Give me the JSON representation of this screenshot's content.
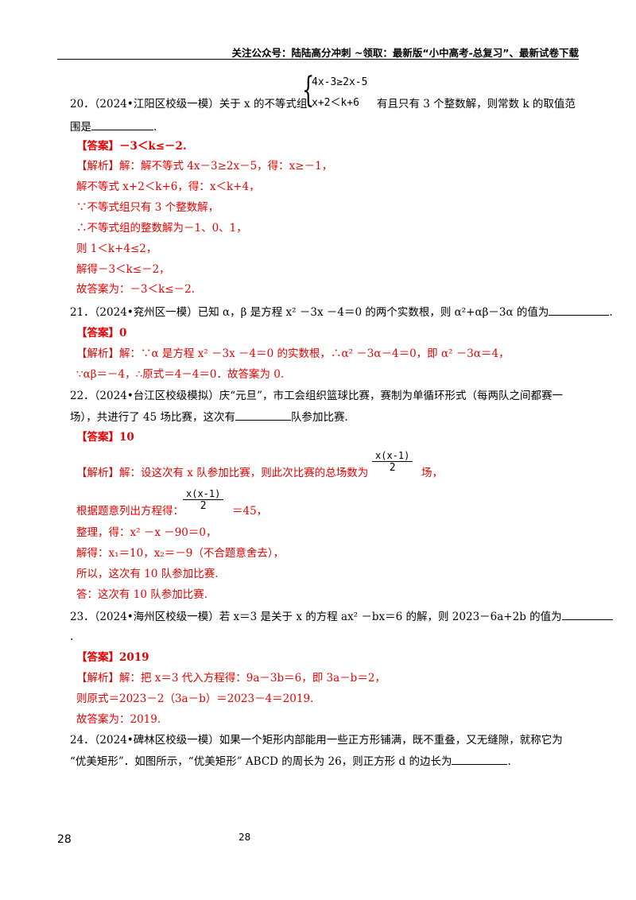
{
  "header": {
    "text": "关注公众号：陆陆高分冲刺 ~领取：最新版“小中高考-总复习”、最新试卷下载"
  },
  "q20": {
    "lead": "20．（2024•江阳区校级一模）关于 x 的不等式组",
    "sys1": "4x-3≥2x-5",
    "sys2": "x+2＜k+6",
    "tail": "有且只有 3 个整数解，则常数 k 的取值范",
    "line2": "围是",
    "period": ".",
    "answer": "【答案】－3＜k≤－2.",
    "s1": "【解析】解：解不等式 4x－3≥2x－5，得：x≥－1，",
    "s2": "解不等式 x+2＜k+6，得：x＜k+4，",
    "s3": "∵不等式组只有 3 个整数解，",
    "s4": "∴不等式组的整数解为－1、0、1，",
    "s5": "则 1＜k+4≤2，",
    "s6": "解得－3＜k≤－2，",
    "s7": "故答案为：－3＜k≤－2."
  },
  "q21": {
    "text": "21．（2024•兖州区一模）已知 α，β 是方程 x² －3x －4＝0 的两个实数根，则 α²+αβ－3α 的值为",
    "period": ".",
    "answer": "【答案】0",
    "s1": "【解析】解：∵α 是方程 x² －3x －4＝0 的实数根，∴α² －3α－4＝0，即 α² －3α＝4，",
    "s2": "∵αβ＝－4，∴原式＝4－4＝0．故答案为 0."
  },
  "q22": {
    "line1": "22．（2024•台江区校级模拟）庆“元旦”，市工会组织篮球比赛，赛制为单循环形式（每两队之间都赛一",
    "line2a": "场），共进行了 45 场比赛，这次有",
    "line2b": "队参加比赛.",
    "answer": "【答案】10",
    "s1": "【解析】解：设这次有 x 队参加比赛，则此次比赛的总场数为",
    "s1tail": "场，",
    "frac_num": "x(x-1)",
    "frac_den": "2",
    "s2": "根据题意列出方程得：",
    "s2tail": "＝45，",
    "s3": "整理，得：x² －x －90＝0，",
    "s4": "解得：x₁＝10，x₂＝－9（不合题意舍去），",
    "s5": "所以，这次有 10 队参加比赛.",
    "s6": "答：这次有 10 队参加比赛."
  },
  "q23": {
    "line1": "23．（2024•海州区校级一模）若 x＝3 是关于 x 的方程 ax² －bx＝6 的解，则 2023－6a+2b 的值为",
    "line2": ".",
    "answer": "【答案】2019",
    "s1": "【解析】解：把 x＝3 代入方程得：9a－3b＝6，即 3a－b＝2，",
    "s2": "则原式＝2023－2（3a－b）＝2023－4＝2019.",
    "s3": "故答案为：2019."
  },
  "q24": {
    "line1": "24．（2024•碑林区校级一模）如果一个矩形内部能用一些正方形铺满，既不重叠，又无缝隙，就称它为",
    "line2": "“优美矩形”．如图所示，“优美矩形” ABCD 的周长为 26，则正方形 d 的边长为",
    "period": "."
  },
  "footer": {
    "page_left": "28",
    "page_mid": "28"
  },
  "colors": {
    "solution": "#e60000",
    "text": "#000000"
  }
}
